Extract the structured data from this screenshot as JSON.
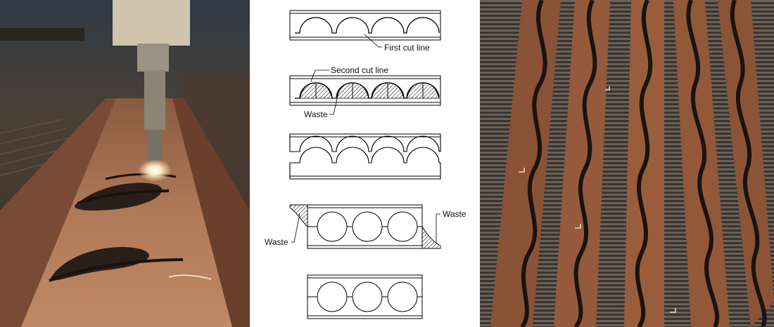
{
  "figure": {
    "stage1": {
      "label": "First cut line"
    },
    "stage2": {
      "label_cut": "Second cut line",
      "label_waste": "Waste"
    },
    "stage4": {
      "label_waste_right": "Waste",
      "label_waste_left": "Waste"
    }
  },
  "photos": {
    "left": {
      "subject": "plasma-cutting-torch-on-steel-beam"
    },
    "right": {
      "subject": "castellated-beams-cut-on-cutting-table"
    }
  },
  "colors": {
    "steel": "#a5694a",
    "steel_dark": "#5d3a2a",
    "line": "#000000",
    "background": "#ffffff"
  }
}
